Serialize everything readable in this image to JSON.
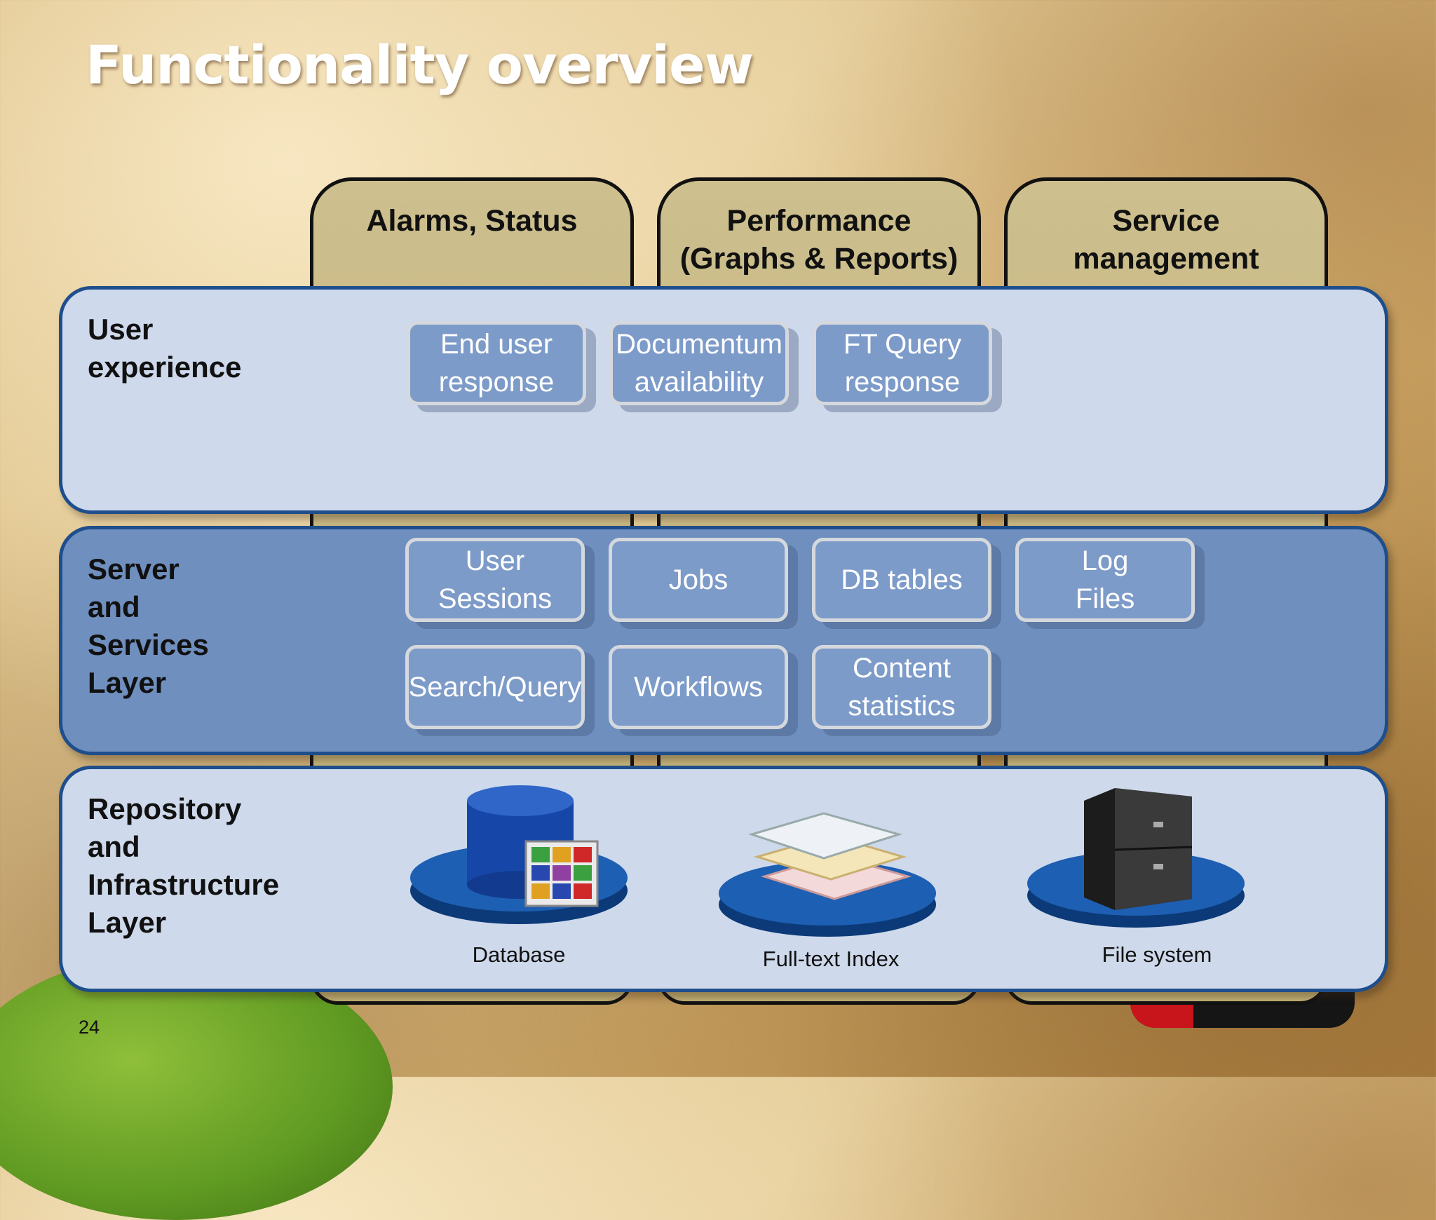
{
  "title": "Functionality overview",
  "columns": [
    {
      "label": "Alarms, Status"
    },
    {
      "label": "Performance\n(Graphs &  Reports)"
    },
    {
      "label": "Service\nmanagement"
    }
  ],
  "layers": {
    "user": {
      "label": "User\nexperience",
      "tiles": [
        "End user\nresponse",
        "Documentum\navailability",
        "FT Query\nresponse"
      ]
    },
    "server": {
      "label": "Server\nand\nServices\nLayer",
      "tiles": [
        "User\nSessions",
        "Jobs",
        "DB tables",
        "Log\nFiles",
        "Search/Query",
        "Workflows",
        "Content\nstatistics"
      ]
    },
    "repository": {
      "label": "Repository\nand\nInfrastructure\nLayer",
      "items": [
        {
          "caption": "Database",
          "icon": "database-icon"
        },
        {
          "caption": "Full-text Index",
          "icon": "fulltext-index-icon"
        },
        {
          "caption": "File system",
          "icon": "file-cabinet-icon"
        }
      ]
    }
  },
  "page_number": "24",
  "colors": {
    "user_layer": "#ced9eb",
    "server_layer": "#6f8fbf",
    "layer_border": "#1f4e8c",
    "tile_fill": "#7d9bc9",
    "column_fill": "#c3b176"
  }
}
